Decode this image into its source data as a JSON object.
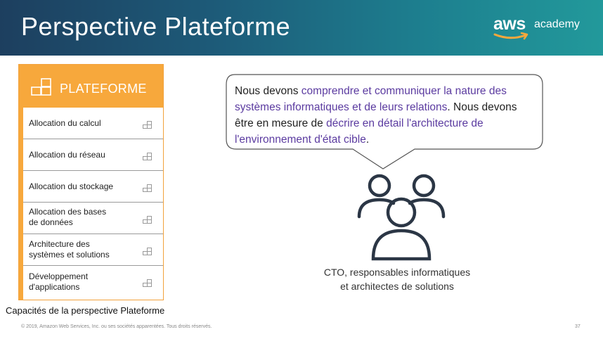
{
  "header": {
    "title": "Perspective Plateforme",
    "logo_brand": "aws",
    "logo_product": "academy"
  },
  "panel": {
    "title": "PLATEFORME",
    "items": [
      {
        "line1": "Allocation du calcul",
        "line2": ""
      },
      {
        "line1": "Allocation du réseau",
        "line2": ""
      },
      {
        "line1": "Allocation du stockage",
        "line2": ""
      },
      {
        "line1": "Allocation des bases",
        "line2": "de données"
      },
      {
        "line1": "Architecture des",
        "line2": "systèmes et solutions"
      },
      {
        "line1": "Développement",
        "line2": "d'applications"
      }
    ]
  },
  "caption": "Capacités de la perspective Plateforme",
  "bubble": {
    "p1": "Nous devons ",
    "h1": "comprendre et communiquer la nature des systèmes informatiques et de leurs relations",
    "p2": ". Nous devons être en mesure de ",
    "h2": "décrire en détail l'architecture de l'environnement d'état cible",
    "p3": "."
  },
  "audience": {
    "line1": "CTO, responsables informatiques",
    "line2": "et architectes de solutions"
  },
  "footer": "© 2019, Amazon Web Services, Inc. ou ses sociétés apparentées. Tous droits réservés.",
  "page_number": "37",
  "colors": {
    "accent_orange": "#f7a83c",
    "highlight_purple": "#5b3ba0",
    "header_gradient_start": "#1d3f5f",
    "header_gradient_end": "#22999b"
  },
  "icons": {
    "panel_header": "blocks-icon",
    "row_item": "blocks-icon",
    "people": "people-group-icon",
    "logo_smile": "aws-smile-icon"
  }
}
